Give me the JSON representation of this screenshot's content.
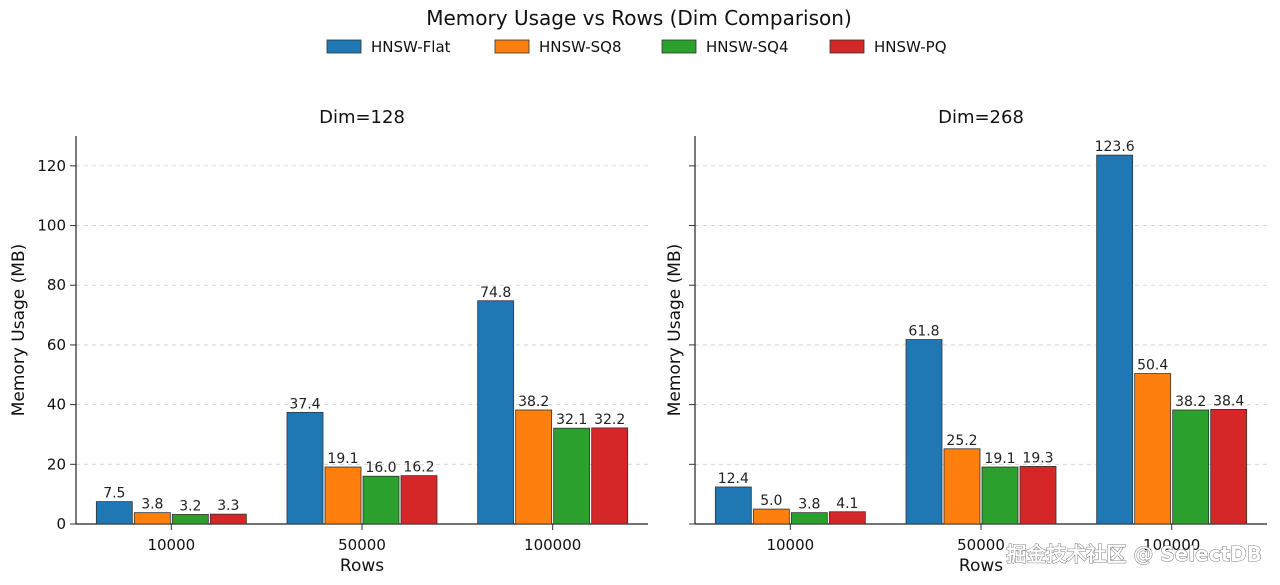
{
  "chart_title": "Memory Usage vs Rows (Dim Comparison)",
  "watermark": "掘金技术社区 @ SelectDB",
  "legend": [
    {
      "name": "HNSW-Flat",
      "color": "#1f77b4"
    },
    {
      "name": "HNSW-SQ8",
      "color": "#ff7f0e"
    },
    {
      "name": "HNSW-SQ4",
      "color": "#2ca02c"
    },
    {
      "name": "HNSW-PQ",
      "color": "#d62728"
    }
  ],
  "chart_data": [
    {
      "type": "bar",
      "title": "Dim=128",
      "xlabel": "Rows",
      "ylabel": "Memory Usage (MB)",
      "ylim": [
        0,
        130
      ],
      "yticks": [
        0,
        20,
        40,
        60,
        80,
        100,
        120
      ],
      "grid": true,
      "categories": [
        "10000",
        "50000",
        "100000"
      ],
      "series": [
        {
          "name": "HNSW-Flat",
          "color": "#1f77b4",
          "values": [
            7.5,
            37.4,
            74.8
          ]
        },
        {
          "name": "HNSW-SQ8",
          "color": "#ff7f0e",
          "values": [
            3.8,
            19.1,
            38.2
          ]
        },
        {
          "name": "HNSW-SQ4",
          "color": "#2ca02c",
          "values": [
            3.2,
            16.0,
            32.1
          ]
        },
        {
          "name": "HNSW-PQ",
          "color": "#d62728",
          "values": [
            3.3,
            16.2,
            32.2
          ]
        }
      ]
    },
    {
      "type": "bar",
      "title": "Dim=268",
      "xlabel": "Rows",
      "ylabel": "Memory Usage (MB)",
      "ylim": [
        0,
        130
      ],
      "yticks": [
        0,
        20,
        40,
        60,
        80,
        100,
        120
      ],
      "grid": true,
      "categories": [
        "10000",
        "50000",
        "100000"
      ],
      "series": [
        {
          "name": "HNSW-Flat",
          "color": "#1f77b4",
          "values": [
            12.4,
            61.8,
            123.6
          ]
        },
        {
          "name": "HNSW-SQ8",
          "color": "#ff7f0e",
          "values": [
            5.0,
            25.2,
            50.4
          ]
        },
        {
          "name": "HNSW-SQ4",
          "color": "#2ca02c",
          "values": [
            3.8,
            19.1,
            38.2
          ]
        },
        {
          "name": "HNSW-PQ",
          "color": "#d62728",
          "values": [
            4.1,
            19.3,
            38.4
          ]
        }
      ]
    }
  ]
}
